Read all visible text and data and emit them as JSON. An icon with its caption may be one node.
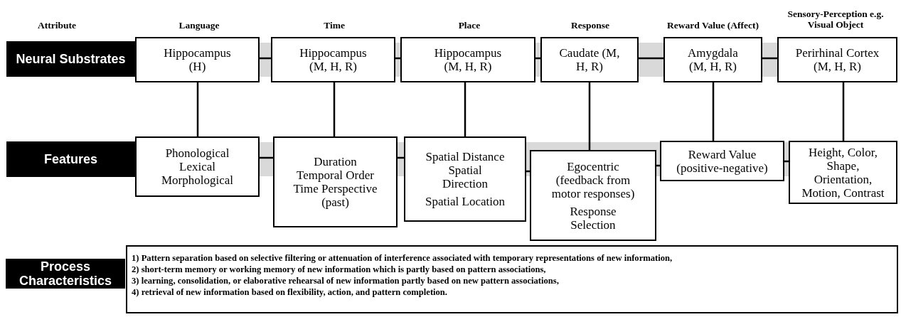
{
  "diagram": {
    "nodes": [
      {
        "text": [
          "Neural Substrates"
        ]
      },
      {
        "text": [
          "Hippocampus (H)"
        ]
      },
      {
        "text": [
          "Hippocampus (M, H, R)"
        ]
      },
      {
        "text": [
          "Hippocampus (M, H, R)"
        ]
      },
      {
        "text": [
          "Caudate (M, H, R)"
        ]
      },
      {
        "text": [
          "Amygdala (M, H, R)"
        ]
      },
      {
        "text": [
          "Perirhinal Cortex (M, H, R)"
        ]
      },
      {
        "text": [
          "Features"
        ]
      },
      {
        "text": [
          "Phonological Lexical Morphological"
        ]
      },
      {
        "text": [
          "Duration Temporal Order Time Perspective (past)"
        ]
      },
      {
        "text": [
          "Spatial Distance Spatial Direction",
          "Spatial Location"
        ]
      },
      {
        "text": [
          "Egocentric (feedback from motor responses)",
          "Response Selection"
        ]
      },
      {
        "text": [
          "Reward Value (positive-negative)"
        ]
      },
      {
        "text": [
          "Height, Color, Shape, Orientation, Motion, Contrast"
        ]
      },
      {
        "text": [
          "Process Characteristics"
        ]
      },
      {
        "text": [
          "1) Pattern separation based on selective filtering or attenuation of interference associated with temporary representations of new information,",
          "2) short-term memory or working memory of new information which is partly based on pattern associations,",
          "3) learning, consolidation, or elaborative rehearsal of new information partly based on new pattern associations,",
          "4) retrieval of new information based on flexibility, action, and pattern completion."
        ]
      }
    ],
    "edges": [
      {
        "from": 1,
        "to": 2,
        "arrow": "none"
      },
      {
        "from": 2,
        "to": 3,
        "arrow": "none"
      },
      {
        "from": 3,
        "to": 4,
        "arrow": "none"
      },
      {
        "from": 4,
        "to": 5,
        "arrow": "none"
      },
      {
        "from": 5,
        "to": 6,
        "arrow": "none"
      },
      {
        "from": 1,
        "to": 8,
        "arrow": "none"
      },
      {
        "from": 2,
        "to": 9,
        "arrow": "none"
      },
      {
        "from": 3,
        "to": 10,
        "arrow": "none"
      },
      {
        "from": 4,
        "to": 11,
        "arrow": "none"
      },
      {
        "from": 5,
        "to": 12,
        "arrow": "none"
      },
      {
        "from": 6,
        "to": 13,
        "arrow": "none"
      },
      {
        "from": 8,
        "to": 9,
        "arrow": "none"
      },
      {
        "from": 9,
        "to": 10,
        "arrow": "none"
      },
      {
        "from": 10,
        "to": 11,
        "arrow": "none"
      },
      {
        "from": 11,
        "to": 12,
        "arrow": "none"
      },
      {
        "from": 12,
        "to": 13,
        "arrow": "none"
      }
    ],
    "labels": [
      "Attribute",
      "Language",
      "Time",
      "Place",
      "Response",
      "Reward Value (Affect)",
      "Sensory-Perception e.g. Visual Object"
    ]
  }
}
